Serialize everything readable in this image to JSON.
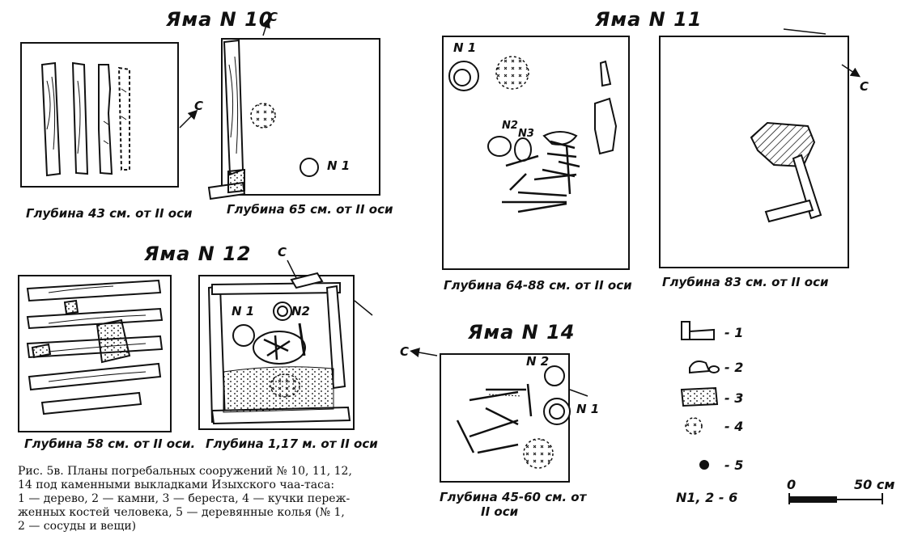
{
  "figure": {
    "pit10": {
      "title": "Яма N 10",
      "depth_left": "Глубина 43 см. от II оси",
      "depth_right": "Глубина 65 см. от II оси",
      "north": "С",
      "n1": "N 1"
    },
    "pit11": {
      "title": "Яма N 11",
      "depth_left": "Глубина 64-88 см. от II оси",
      "depth_right": "Глубина 83 см. от II оси",
      "north": "С",
      "n1": "N 1",
      "n2": "N2",
      "n3": "N3"
    },
    "pit12": {
      "title": "Яма N 12",
      "depth_left": "Глубина 58 см. от II оси.",
      "depth_right": "Глубина 1,17 м. от II оси",
      "north": "С",
      "n1": "N 1",
      "n2": "N2"
    },
    "pit14": {
      "title": "Яма N 14",
      "depth_line1": "Глубина 45-60 см. от",
      "depth_line2": "II оси",
      "north": "С",
      "n1": "N 1",
      "n2": "N 2"
    },
    "legend": [
      "- 1",
      "- 2",
      "- 3",
      "- 4",
      "- 5"
    ],
    "legend_n": "N1, 2 - 6",
    "scale": {
      "start": "0",
      "end": "50 см"
    },
    "caption_lines": [
      "Рис. 5в. Планы погребальных сооружений № 10, 11, 12,",
      "14 под каменными выкладками Изыхского чаа-таса:",
      "1 — дерево, 2 — камни, 3 — береста, 4 — кучки переж-",
      "женных костей человека, 5 — деревянные колья (№ 1,",
      "2 — сосуды и вещи)"
    ]
  }
}
